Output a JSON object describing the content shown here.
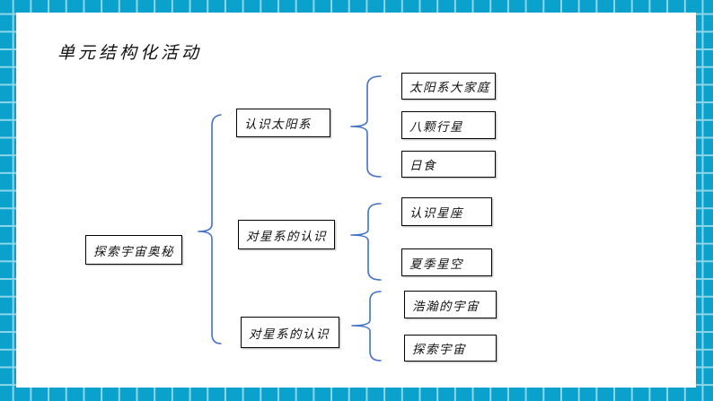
{
  "slide": {
    "title": "单元结构化活动",
    "colors": {
      "border_teal": "#0aa2cc",
      "grid_line": "#8fd6e8",
      "brace_blue": "#4472C4",
      "box_border": "#000000"
    },
    "tree": {
      "root": "探索宇宙奥秘",
      "branches": [
        {
          "label": "认识太阳系",
          "children": [
            "太阳系大家庭",
            "八颗行星",
            "日食"
          ]
        },
        {
          "label": "对星系的认识",
          "children": [
            "认识星座",
            "夏季星空"
          ]
        },
        {
          "label": "对星系的认识",
          "children": [
            "浩瀚的宇宙",
            "探索宇宙"
          ]
        }
      ]
    }
  }
}
